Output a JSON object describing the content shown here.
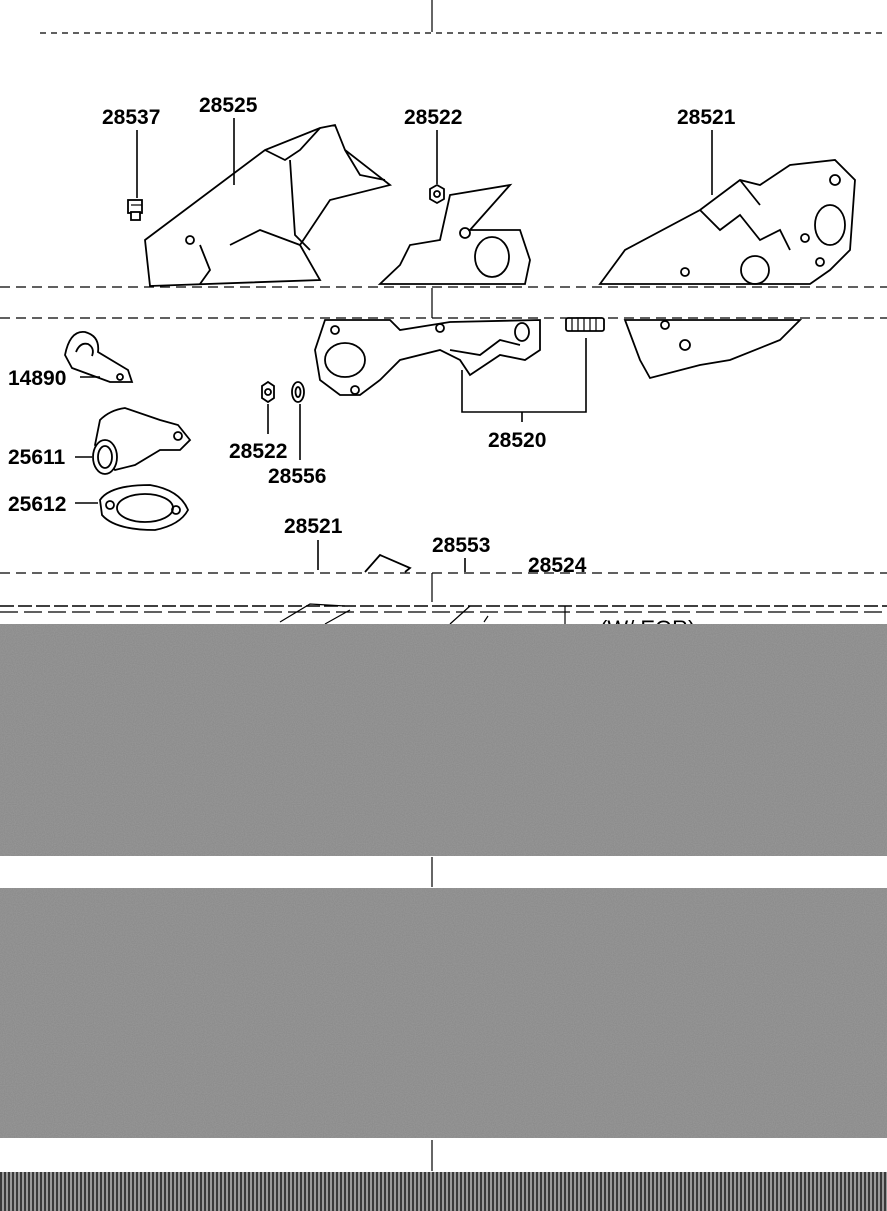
{
  "diagram": {
    "part_numbers": {
      "p28537": "28537",
      "p28525": "28525",
      "p28522_top": "28522",
      "p28521_top": "28521",
      "p14890": "14890",
      "p25611": "25611",
      "p25612": "25612",
      "p28522_mid": "28522",
      "p28556": "28556",
      "p28520": "28520",
      "p28521_low": "28521",
      "p28553": "28553",
      "p28524": "28524"
    },
    "partial_note": "(W/ EGR)"
  },
  "colors": {
    "line": "#000000",
    "background": "#ffffff",
    "noise_dark": "#5a5a5a",
    "noise_light": "#bdbdbd"
  }
}
